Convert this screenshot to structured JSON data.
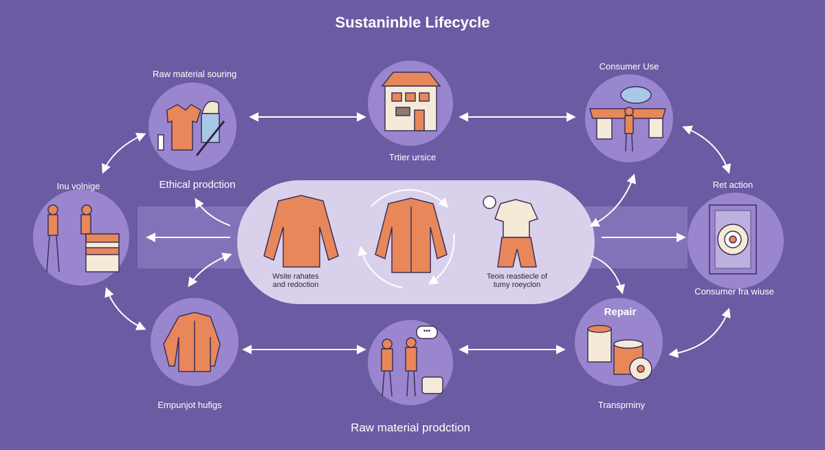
{
  "title": "Sustaninble Lifecycle",
  "labels": {
    "raw_material_souring": "Raw material souring",
    "ethical_prodction": "Ethical prodction",
    "trtier_ursice": "Trtier ursice",
    "consumer_use": "Consumer Use",
    "inu_volnige": "Inu volnige",
    "ret_action": "Ret action",
    "consumer_frawiuse": "Consumer fra wiuse",
    "wsite_rahates": "Wsite rahates",
    "and_redoction": "and redoction",
    "teois_reastiecle": "Teois reastiecle of",
    "tumy_roeyclon": "tumy roeyclon",
    "repair": "Repair",
    "transprniny": "Transprniny",
    "empunjot_hufigs": "Empunjot hufigs",
    "raw_material_prodction": "Raw material prodction",
    "speech_bubble": "•••"
  },
  "colors": {
    "background": "#6b5ba3",
    "circle_fill": "#9a86cf",
    "center_pill": "#d9d1ec",
    "band": "#8a7bbf",
    "accent_orange": "#e8875a",
    "dark_outline": "#3b2f55"
  },
  "icons": [
    "clothes-sourcing-icon",
    "store-building-icon",
    "consumer-laundry-icon",
    "workers-icon",
    "target-recycle-icon",
    "shirt-icon",
    "couple-icon",
    "repair-cans-icon",
    "sweater-icon",
    "jacket-icon",
    "outfit-icon"
  ]
}
